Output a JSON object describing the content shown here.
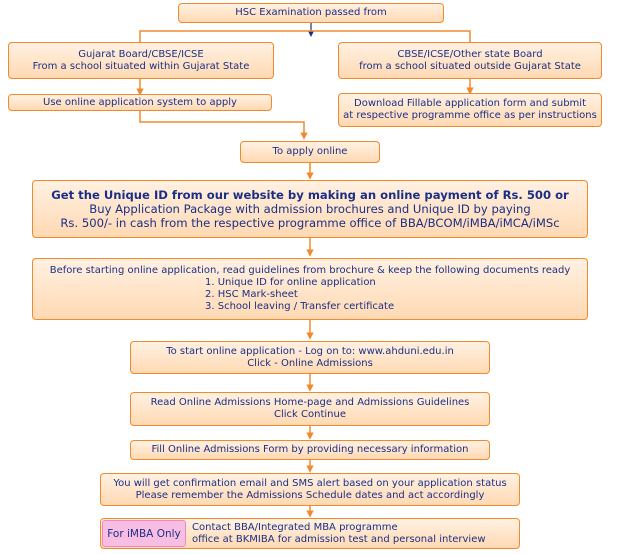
{
  "flowchart": {
    "top": "HSC Examination passed from",
    "left_branch": [
      "Gujarat Board/CBSE/ICSE",
      "From a school situated within Gujarat State"
    ],
    "right_branch": [
      "CBSE/ICSE/Other state Board",
      "from a school situated outside Gujarat State"
    ],
    "left_action": "Use online application system to apply",
    "right_action": [
      "Download Fillable application form and submit",
      "at respective programme office as per instructions"
    ],
    "apply_online": "To apply online",
    "unique_id": [
      "Get the Unique ID from our website by making an online payment of Rs. 500 or",
      "Buy Application Package with admission brochures and Unique ID by paying",
      "Rs. 500/- in cash from the respective programme office of BBA/BCOM/iMBA/iMCA/iMSc"
    ],
    "documents": [
      "Before starting online application, read guidelines from brochure & keep the following documents ready",
      "1. Unique ID for online application",
      "2. HSC Mark-sheet",
      "3. School leaving / Transfer certificate"
    ],
    "login": [
      "To start online application - Log on to: www.ahduni.edu.in",
      "Click - Online Admissions"
    ],
    "guidelines": [
      "Read Online Admissions Home-page and Admissions Guidelines",
      "Click  Continue"
    ],
    "fill_form": "Fill Online Admissions Form by providing necessary information",
    "confirmation": [
      "You will get confirmation email and SMS alert based on your application status",
      "Please remember the Admissions Schedule dates and act accordingly"
    ],
    "imba_tag": "For iMBA Only",
    "imba_text": [
      "Contact BBA/Integrated MBA programme",
      "office at BKMIBA for admission test and personal interview"
    ]
  },
  "colors": {
    "box_border": "#f08a2c",
    "box_fill": "#ffd9b3",
    "text": "#1b2f86",
    "arrow": "#f08a2c",
    "tag_fill": "#f7bde2"
  }
}
